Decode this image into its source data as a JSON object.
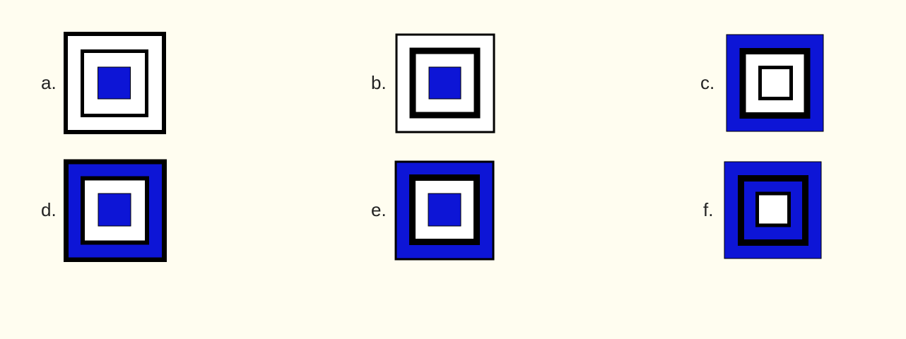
{
  "colors": {
    "background": "#fffdf0",
    "blue": "#0d15d6",
    "black": "#000000",
    "white": "#ffffff",
    "label_text": "#222222"
  },
  "options": [
    {
      "id": "a",
      "label": "a.",
      "layers": [
        "white",
        "white",
        "blue"
      ]
    },
    {
      "id": "b",
      "label": "b.",
      "layers": [
        "white",
        "white",
        "blue"
      ]
    },
    {
      "id": "c",
      "label": "c.",
      "layers": [
        "blue",
        "white",
        "white"
      ]
    },
    {
      "id": "d",
      "label": "d.",
      "layers": [
        "blue",
        "white",
        "blue"
      ]
    },
    {
      "id": "e",
      "label": "e.",
      "layers": [
        "blue",
        "white",
        "blue"
      ]
    },
    {
      "id": "f",
      "label": "f.",
      "layers": [
        "blue",
        "blue",
        "white"
      ]
    }
  ]
}
